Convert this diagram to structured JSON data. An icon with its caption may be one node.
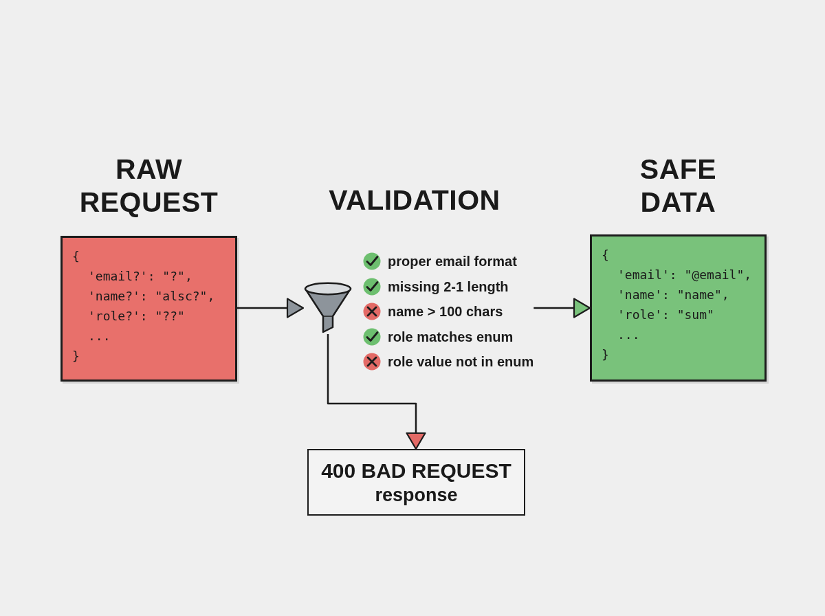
{
  "diagram": {
    "nodes": [
      {
        "text": [
          "RAW REQUEST",
          "{",
          "'email?': \"?\",",
          "'name?': \"alsc?\",",
          "'role?': \"??\"",
          "...",
          "}"
        ]
      },
      {
        "text": [],
        "shape": "funnel"
      },
      {
        "text": [
          "proper email format",
          "missing 2-1 length",
          "name > 100 chars",
          "role matches enum",
          "role value not in enum"
        ]
      },
      {
        "text": [
          "SAFE DATA",
          "{",
          "'email': \"@email\",",
          "'name': \"name\",",
          "'role': \"sum\"",
          "...",
          "}"
        ]
      },
      {
        "text": [
          "400 BAD REQUEST",
          "response"
        ]
      }
    ],
    "edges": [
      {
        "from": 0,
        "to": 1,
        "arrow": "to"
      },
      {
        "from": 2,
        "to": 3,
        "arrow": "to"
      },
      {
        "from": 1,
        "to": 4,
        "arrow": "to"
      }
    ],
    "labels": [
      "VALIDATION"
    ]
  }
}
